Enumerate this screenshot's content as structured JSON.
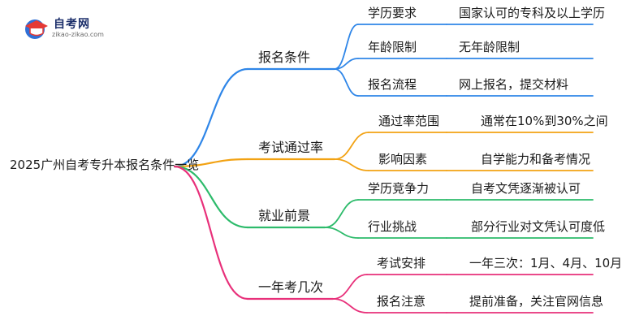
{
  "logo": {
    "name": "自考网",
    "url": "zikao-zikao.com"
  },
  "root": "2025广州自考专升本报名条件一览",
  "branches": [
    {
      "label": "报名条件",
      "color": "#2f86e8",
      "items": [
        {
          "key": "学历要求",
          "value": "国家认可的专科及以上学历"
        },
        {
          "key": "年龄限制",
          "value": "无年龄限制"
        },
        {
          "key": "报名流程",
          "value": "网上报名，提交材料"
        }
      ]
    },
    {
      "label": "考试通过率",
      "color": "#f2a213",
      "items": [
        {
          "key": "通过率范围",
          "value": "通常在10%到30%之间"
        },
        {
          "key": "影响因素",
          "value": "自学能力和备考情况"
        }
      ]
    },
    {
      "label": "就业前景",
      "color": "#2dbb6b",
      "items": [
        {
          "key": "学历竞争力",
          "value": "自考文凭逐渐被认可"
        },
        {
          "key": "行业挑战",
          "value": "部分行业对文凭认可度低"
        }
      ]
    },
    {
      "label": "一年考几次",
      "color": "#e8307a",
      "items": [
        {
          "key": "考试安排",
          "value": "一年三次：1月、4月、10月"
        },
        {
          "key": "报名注意",
          "value": "提前准备，关注官网信息"
        }
      ]
    }
  ]
}
